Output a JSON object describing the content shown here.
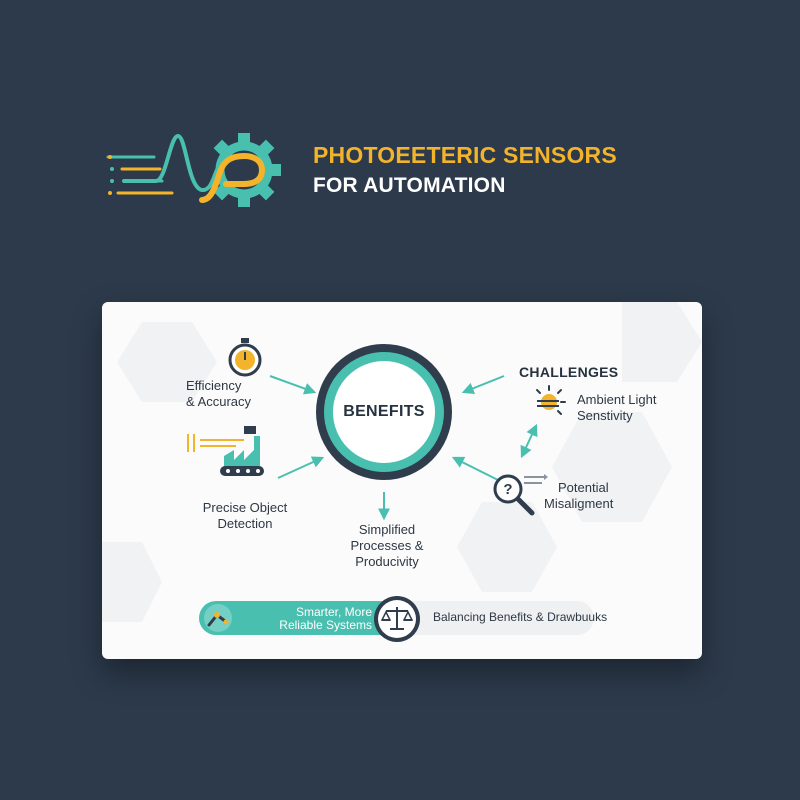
{
  "header": {
    "title_line1": "PHOTOEETERIC SENSORS",
    "title_line2": "FOR AUTOMATION",
    "logo_icon": "signal-gear-logo"
  },
  "diagram": {
    "hub": "BENEFITS",
    "benefits": [
      {
        "label_line1": "Efficiency",
        "label_line2": "& Accuracy",
        "icon": "stopwatch-icon"
      },
      {
        "label_line1": "Precise Object",
        "label_line2": "Detection",
        "icon": "factory-sensor-icon"
      },
      {
        "label_line1": "Simplified",
        "label_line2": "Processes &",
        "label_line3": "Producivity",
        "icon": "arrow-down-icon"
      }
    ],
    "challenges_title": "CHALLENGES",
    "challenges": [
      {
        "label_line1": "Ambient Light",
        "label_line2": "Senstivity",
        "icon": "sun-icon"
      },
      {
        "label_line1": "Potential",
        "label_line2": "Misaligment",
        "icon": "magnifier-question-icon"
      }
    ],
    "footer": {
      "left_line1": "Smarter, More",
      "left_line2": "Reliable Systems",
      "right": "Balancing Benefits & Drawbuuks",
      "left_icon": "robot-arm-icon",
      "center_icon": "balance-scale-icon"
    }
  },
  "colors": {
    "background": "#2c3a4b",
    "accent_teal": "#49bfb0",
    "accent_yellow": "#f3b32a",
    "dark": "#26323f"
  }
}
